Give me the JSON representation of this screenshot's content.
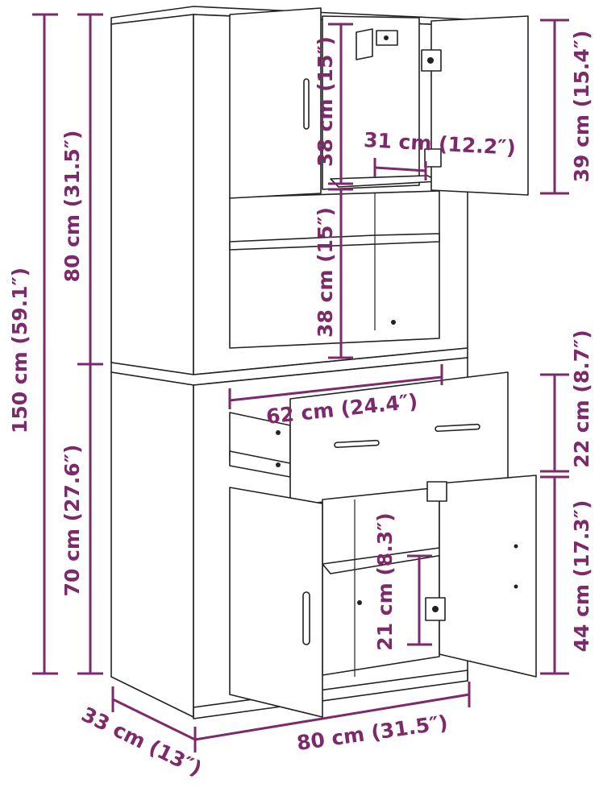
{
  "colors": {
    "dimension": "#7d2a6a",
    "outline": "#222222",
    "background": "#ffffff"
  },
  "dimensions": {
    "total_height": "150 cm (59.1″)",
    "upper_height": "80 cm (31.5″)",
    "lower_height": "70 cm (27.6″)",
    "upper_top_shelf": "38 cm (15″)",
    "upper_bottom_shelf": "38 cm (15″)",
    "upper_inner_width": "31 cm (12.2″)",
    "upper_door_height": "39 cm (15.4″)",
    "drawer_width": "62 cm (24.4″)",
    "drawer_height": "22 cm (8.7″)",
    "lower_door_height": "44 cm (17.3″)",
    "lower_shelf_gap": "21 cm (8.3″)",
    "depth": "33 cm (13″)",
    "width": "80 cm (31.5″)"
  }
}
